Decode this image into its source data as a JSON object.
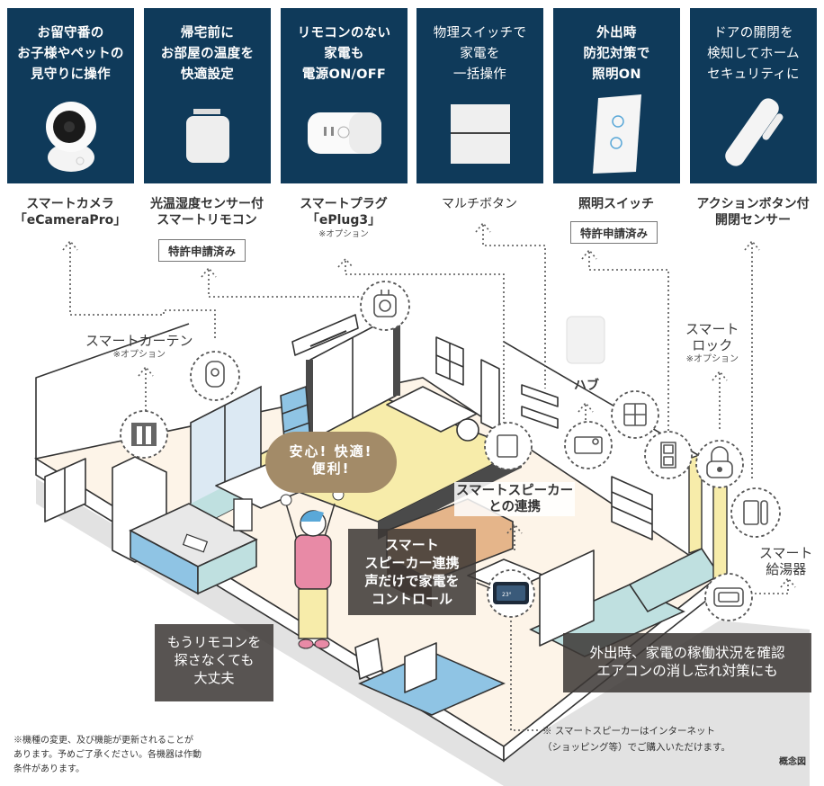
{
  "panels": [
    {
      "lines": [
        "お留守番の",
        "お子様やペットの",
        "見守りに操作"
      ],
      "device_icon": "security-camera-icon"
    },
    {
      "lines": [
        "帰宅前に",
        "お部屋の温度を",
        "快適設定"
      ],
      "device_icon": "smart-remote-icon"
    },
    {
      "lines": [
        "リモコンのない",
        "家電も",
        "電源ON/OFF"
      ],
      "device_icon": "smart-plug-icon"
    },
    {
      "lines": [
        "物理スイッチで",
        "家電を",
        "一括操作"
      ],
      "device_icon": "multi-button-icon"
    },
    {
      "lines": [
        "外出時",
        "防犯対策で",
        "照明ON"
      ],
      "device_icon": "light-switch-icon"
    },
    {
      "lines": [
        "ドアの開閉を",
        "検知してホーム",
        "セキュリティに"
      ],
      "device_icon": "door-sensor-icon"
    }
  ],
  "products": [
    {
      "lines": [
        "スマートカメラ",
        "「eCameraPro」"
      ],
      "option": ""
    },
    {
      "lines": [
        "光温湿度センサー付",
        "スマートリモコン"
      ],
      "patent": "特許申請済み"
    },
    {
      "lines": [
        "スマートプラグ",
        "「ePlug3」"
      ],
      "option": "※オプション"
    },
    {
      "lines": [
        "マルチボタン"
      ],
      "option": ""
    },
    {
      "lines": [
        "照明スイッチ"
      ],
      "patent": "特許申請済み"
    },
    {
      "lines": [
        "アクションボタン付",
        "開閉センサー"
      ],
      "option": ""
    }
  ],
  "scene": {
    "curtain": {
      "label": "スマートカーテン",
      "option": "※オプション"
    },
    "hub": {
      "label": "ハブ"
    },
    "lock": {
      "lines": [
        "スマート",
        "ロック"
      ],
      "option": "※オプション"
    },
    "water_heater": {
      "lines": [
        "スマート",
        "給湯器"
      ]
    },
    "bubble": {
      "lines": [
        "安心! 快適!",
        "便利!"
      ]
    },
    "speaker_link": {
      "lines": [
        "スマートスピーカー",
        "との連携"
      ]
    },
    "speaker_display": "23°",
    "callouts": {
      "voice": [
        "スマート",
        "スピーカー連携",
        "声だけで家電を",
        "コントロール"
      ],
      "remote": [
        "もうリモコンを",
        "探さなくても",
        "大丈夫"
      ],
      "away": [
        "外出時、家電の稼働状況を確認",
        "エアコンの消し忘れ対策にも"
      ]
    }
  },
  "notes": {
    "left": [
      "※機種の変更、及び機能が更新されることが",
      "あります。予めご了承ください。各機器は作動",
      "条件があります。"
    ],
    "speaker": [
      "※ スマートスピーカーはインターネット",
      "（ショッピング等）でご購入いただけます。"
    ],
    "concept": "概念図"
  },
  "colors": {
    "panel_bg": "#0f3a5a",
    "bubble": "#a38b68",
    "callout_bg": "#3c3836",
    "floor": "#fdf4e8",
    "tatami": "#f7ecaa",
    "accent_blue": "#8fc4e4",
    "accent_teal": "#bfe0e0",
    "sofa": "#e5b58a",
    "shirt": "#e88aa6"
  }
}
